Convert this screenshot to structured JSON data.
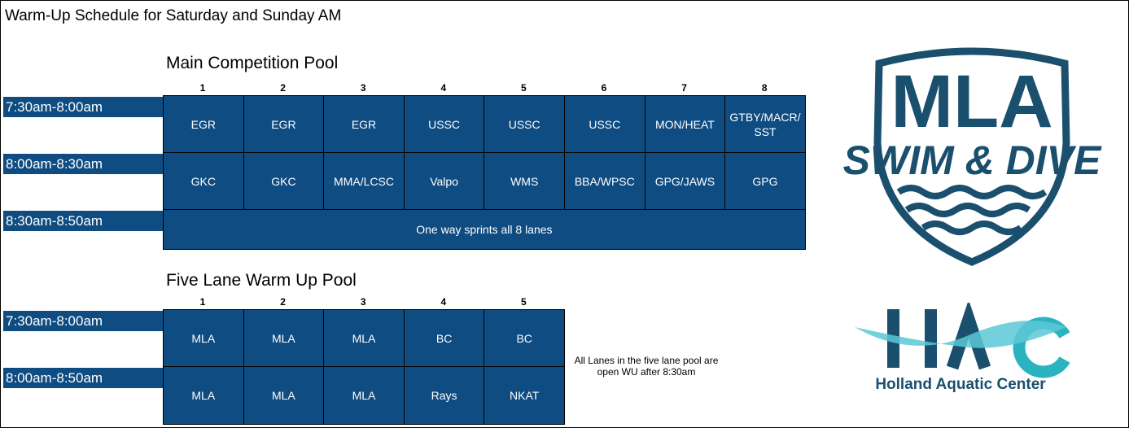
{
  "title": "Warm-Up Schedule for Saturday and Sunday AM",
  "main_pool": {
    "title": "Main Competition Pool",
    "lanes": [
      "1",
      "2",
      "3",
      "4",
      "5",
      "6",
      "7",
      "8"
    ],
    "rows": [
      {
        "time": "7:30am-8:00am",
        "cells": [
          "EGR",
          "EGR",
          "EGR",
          "USSC",
          "USSC",
          "USSC",
          "MON/HEAT",
          "GTBY/MACR/\nSST"
        ]
      },
      {
        "time": "8:00am-8:30am",
        "cells": [
          "GKC",
          "GKC",
          "MMA/LCSC",
          "Valpo",
          "WMS",
          "BBA/WPSC",
          "GPG/JAWS",
          "GPG"
        ]
      },
      {
        "time": "8:30am-8:50am",
        "span": "One way sprints all 8 lanes"
      }
    ]
  },
  "five_lane_pool": {
    "title": "Five Lane Warm Up Pool",
    "lanes": [
      "1",
      "2",
      "3",
      "4",
      "5"
    ],
    "rows": [
      {
        "time": "7:30am-8:00am",
        "cells": [
          "MLA",
          "MLA",
          "MLA",
          "BC",
          "BC"
        ]
      },
      {
        "time": "8:00am-8:50am",
        "cells": [
          "MLA",
          "MLA",
          "MLA",
          "Rays",
          "NKAT"
        ]
      }
    ],
    "note": "All Lanes in the five lane pool are open WU after 8:30am"
  },
  "logos": {
    "mla": {
      "line1": "MLA",
      "line2": "SWIM & DIVE",
      "color": "#1a4f6e"
    },
    "hac": {
      "letters": "HAC",
      "caption": "Holland Aquatic Center",
      "wave_color": "#5bc8d6",
      "dark_color": "#1a4f6e"
    }
  },
  "colors": {
    "cell_bg": "#0f4c81"
  }
}
